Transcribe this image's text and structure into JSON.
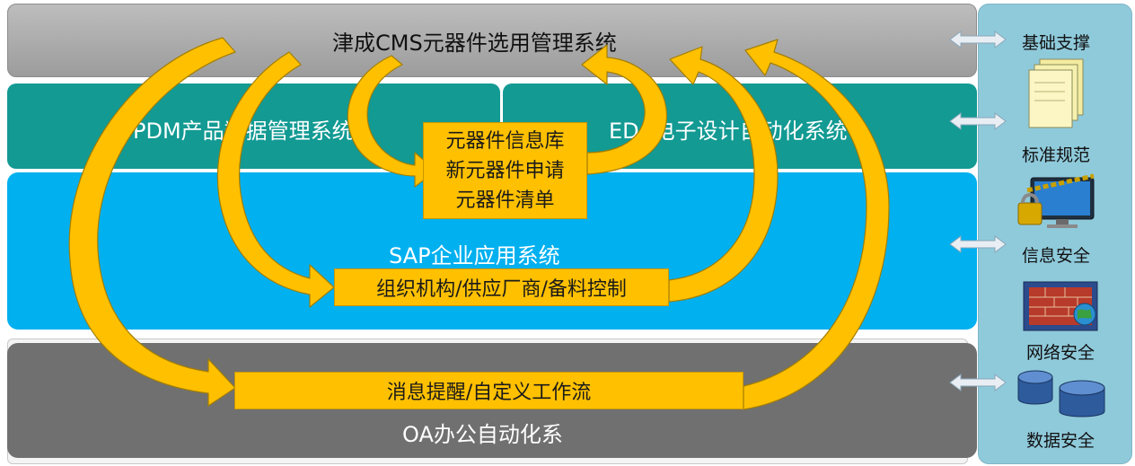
{
  "layers": {
    "cms": "津成CMS元器件选用管理系统",
    "pdm": "PDM产品数据管理系统",
    "eda": "EDA电子设计自动化系统",
    "sap": "SAP企业应用系统",
    "oa": "OA办公自动化系"
  },
  "boxes": {
    "component_lines": [
      "元器件信息库",
      "新元器件申请",
      "元器件清单"
    ],
    "org": "组织机构/供应厂商/备料控制",
    "msg": "消息提醒/自定义工作流"
  },
  "side": {
    "items": [
      "基础支撑",
      "标准规范",
      "信息安全",
      "网络安全",
      "数据安全"
    ]
  },
  "icons": {
    "document_stack": "document-stack-icon",
    "lock_monitor": "lock-monitor-icon",
    "firewall_globe": "firewall-globe-icon",
    "database": "database-icon"
  },
  "colors": {
    "cms": "#a6a6a6",
    "pdm": "#129a93",
    "sap": "#00b0ef",
    "oa": "#707070",
    "side": "#8fcadb",
    "arrow": "#ffc000",
    "arrow_edge": "#b08a00"
  }
}
